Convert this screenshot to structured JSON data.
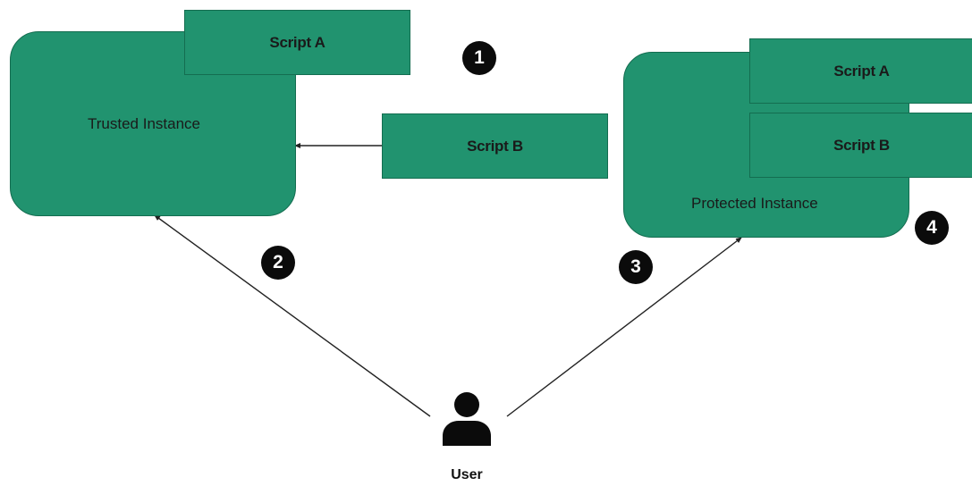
{
  "colors": {
    "teal": "#21936f",
    "teal_dark": "#146d50",
    "badge": "#0b0b0b",
    "line": "#222222"
  },
  "trusted": {
    "label": "Trusted Instance",
    "script_a": "Script A",
    "script_b": "Script B"
  },
  "protected": {
    "label": "Protected Instance",
    "script_a": "Script A",
    "script_b": "Script B"
  },
  "badges": [
    "1",
    "2",
    "3",
    "4"
  ],
  "user": {
    "label": "User",
    "icon": "user-icon"
  }
}
